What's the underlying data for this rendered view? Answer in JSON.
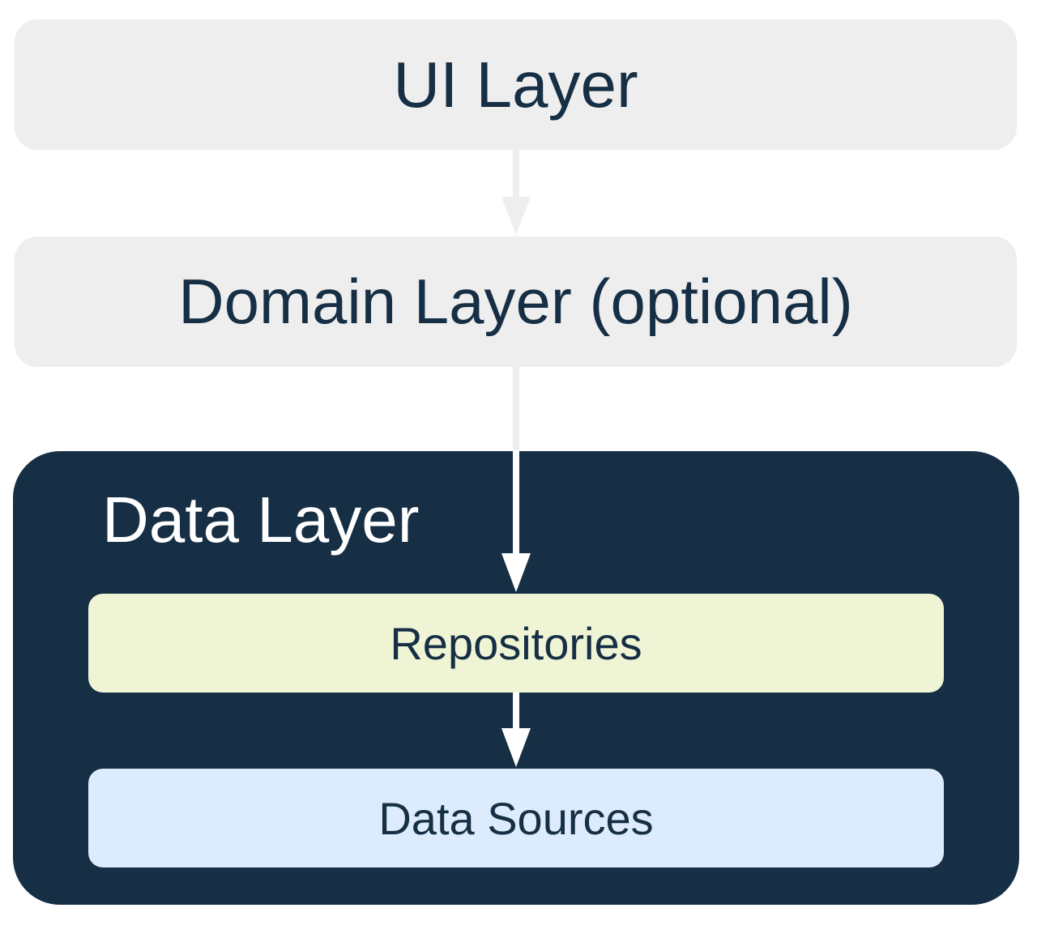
{
  "diagram": {
    "ui_layer": {
      "label": "UI Layer"
    },
    "domain_layer": {
      "label": "Domain Layer (optional)"
    },
    "data_layer": {
      "label": "Data Layer",
      "repositories": {
        "label": "Repositories"
      },
      "data_sources": {
        "label": "Data Sources"
      }
    }
  },
  "colors": {
    "light_box": "#eeeeee",
    "dark_navy": "#172f45",
    "repositories_fill": "#eff5d4",
    "data_sources_fill": "#dcecfc",
    "arrow_light": "#eeeeee",
    "arrow_white": "#ffffff"
  }
}
